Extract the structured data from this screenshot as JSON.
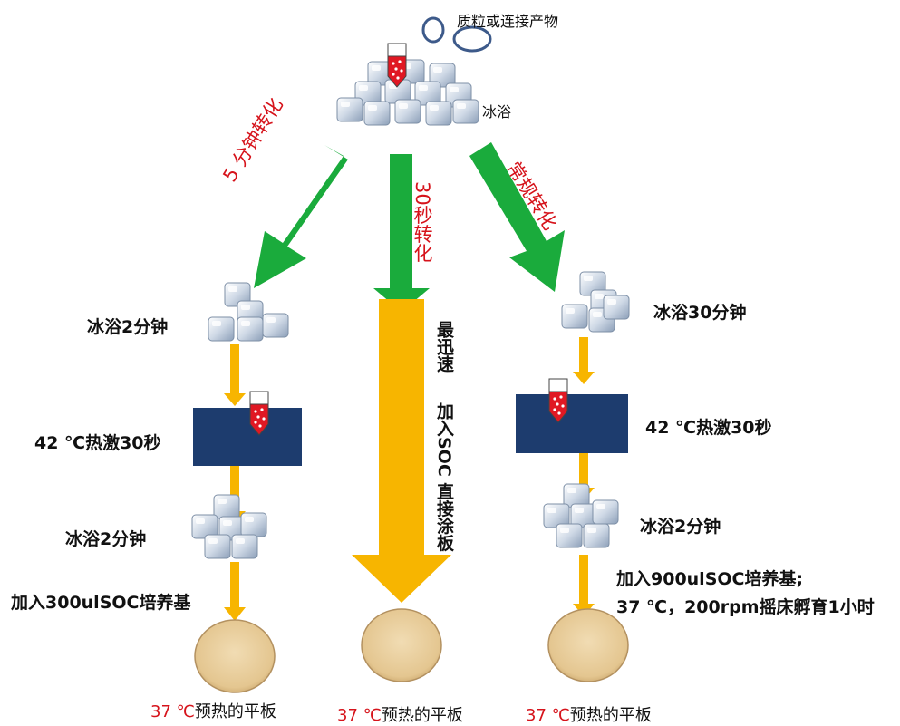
{
  "top": {
    "plasmid_label": "质粒或连接产物",
    "ice_bath_label": "冰浴"
  },
  "branches": {
    "left": {
      "method": "5 分钟转化",
      "step1": "冰浴2分钟",
      "step2": "42 ℃热激30秒",
      "step3": "冰浴2分钟",
      "step4": "加入300ulSOC培养基"
    },
    "middle": {
      "method": "30秒转化",
      "note_col1": "最迅速",
      "note_col2": "加入SOC 直接涂板"
    },
    "right": {
      "method": "常规转化",
      "step1": "冰浴30分钟",
      "step2": "42 ℃热激30秒",
      "step3": "冰浴2分钟",
      "step4_line1": "加入900ulSOC培养基;",
      "step4_line2": "37 ℃，200rpm摇床孵育1小时"
    }
  },
  "plates": [
    {
      "temp": "37 ℃",
      "text": "预热的平板"
    },
    {
      "temp": "37 ℃",
      "text": "预热的平板"
    },
    {
      "temp": "37 ℃",
      "text": "预热的平板"
    }
  ],
  "colors": {
    "green_arrow": "#1aab3c",
    "yellow_arrow": "#f7b500",
    "heat_block": "#1d3c6e",
    "red_text": "#d6131b"
  },
  "icons": [
    "plasmid-ring-icon",
    "tube-icon",
    "ice-cube-icon",
    "petri-dish-icon"
  ]
}
